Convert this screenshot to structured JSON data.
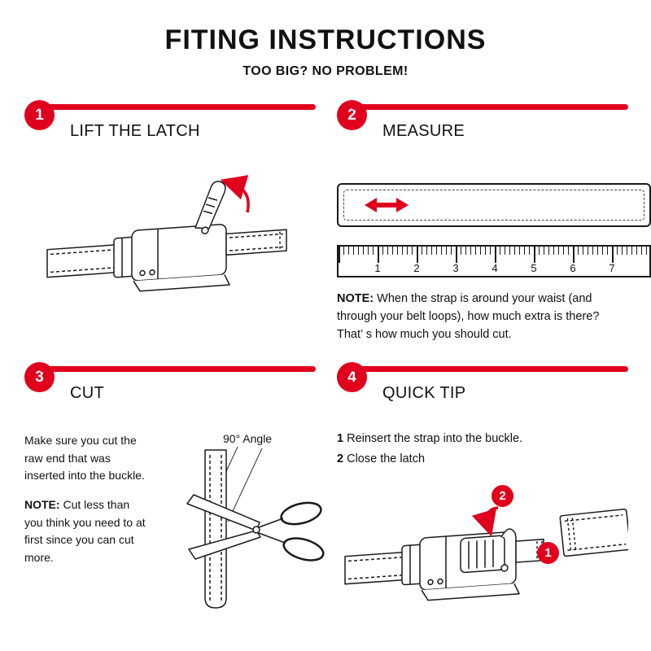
{
  "page": {
    "title": "FITING INSTRUCTIONS",
    "subtitle": "TOO BIG? NO PROBLEM!"
  },
  "colors": {
    "accent": "#e0001d"
  },
  "steps": [
    {
      "number": "1",
      "heading": "LIFT THE LATCH"
    },
    {
      "number": "2",
      "heading": "MEASURE",
      "note_label": "NOTE:",
      "note_text": "When the strap is around your waist (and through your belt loops), how much extra is there? That’ s how much you should cut.",
      "ruler_ticks": [
        "1",
        "2",
        "3",
        "4",
        "5",
        "6",
        "7"
      ]
    },
    {
      "number": "3",
      "heading": "CUT",
      "body_text": "Make sure you cut the raw end that was inserted into the buckle.",
      "note_label": "NOTE:",
      "note_text": "Cut less than you think you need to at first since you can cut more.",
      "angle_label": "90°  Angle"
    },
    {
      "number": "4",
      "heading": "QUICK TIP",
      "tips": [
        {
          "num": "1",
          "text": "Reinsert the strap into the buckle."
        },
        {
          "num": "2",
          "text": "Close the latch"
        }
      ],
      "badges": {
        "one": "1",
        "two": "2"
      }
    }
  ]
}
